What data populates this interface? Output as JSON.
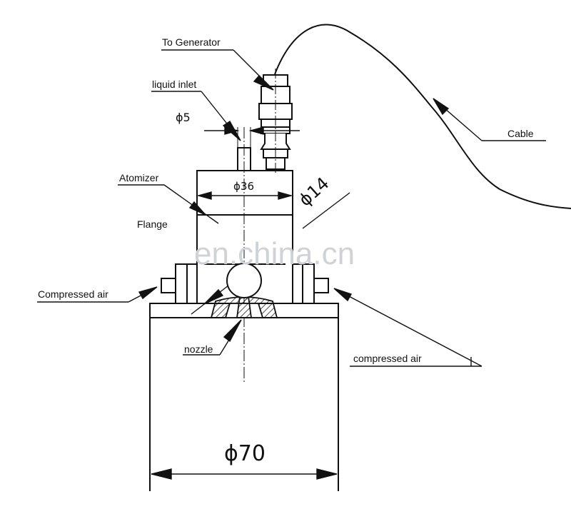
{
  "labels": {
    "to_generator": "To Generator",
    "liquid_inlet": "liquid inlet",
    "cable": "Cable",
    "atomizer": "Atomizer",
    "flange": "Flange",
    "compressed_air_left": "Compressed air",
    "compressed_air_right": "compressed air",
    "nozzle": "nozzle"
  },
  "dimensions": {
    "phi5": "ϕ5",
    "phi36": "ϕ36",
    "phi14": "ϕ14",
    "phi70": "ϕ70"
  },
  "watermark": "en.china.cn",
  "colors": {
    "line": "#111111",
    "watermark": "#cfd3d8",
    "background": "#ffffff"
  }
}
